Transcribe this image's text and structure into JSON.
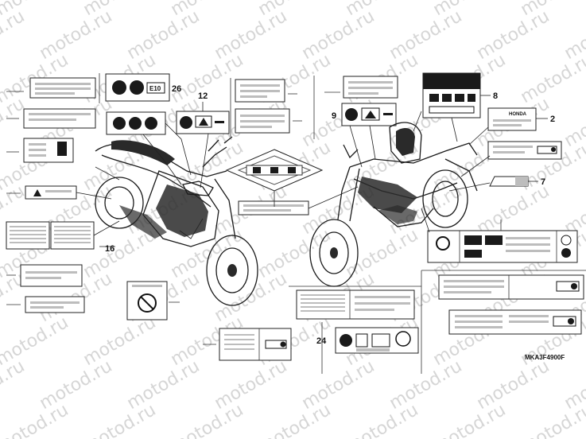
{
  "watermark_text": "motod.ru",
  "diagram_code": "MKA3F4900F",
  "callouts": [
    {
      "id": "c26",
      "label": "26"
    },
    {
      "id": "c12",
      "label": "12"
    },
    {
      "id": "c9",
      "label": "9"
    },
    {
      "id": "c8",
      "label": "8"
    },
    {
      "id": "c2",
      "label": "2"
    },
    {
      "id": "c7",
      "label": "7"
    },
    {
      "id": "c16",
      "label": "16"
    },
    {
      "id": "c24",
      "label": "24"
    }
  ],
  "label_texts": {
    "e10": "E10",
    "honda": "HONDA"
  }
}
